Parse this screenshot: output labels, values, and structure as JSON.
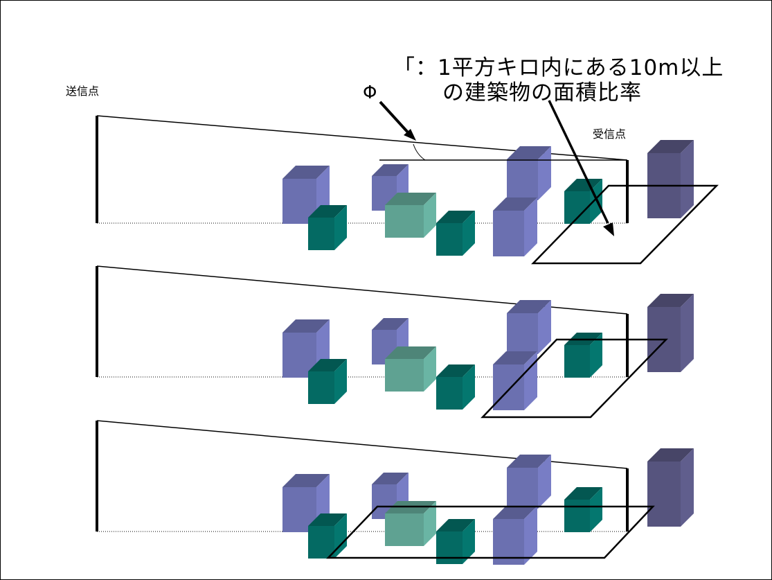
{
  "labels": {
    "transmitter": "送信点",
    "receiver": "受信点",
    "angle_symbol": "Φ",
    "annotation_line1": "「：1平方キロ内にある10m以上",
    "annotation_line2": "の建築物の面積比率"
  },
  "colors": {
    "tall_building_blue": "#6b70b0",
    "receiver_building": "#56547e",
    "small_building_teal": "#046a63",
    "mid_building_green": "#5fa292",
    "lines": "#000000"
  }
}
